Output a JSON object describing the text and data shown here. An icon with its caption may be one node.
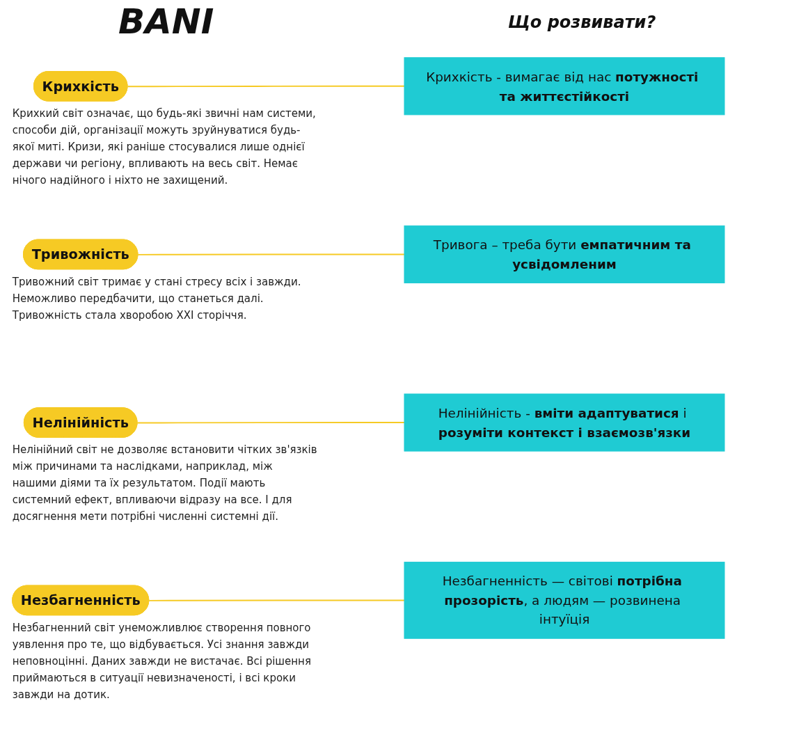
{
  "diagram": {
    "title": "BANI",
    "nodes": [
      {
        "text": [
          "Крихкість"
        ],
        "beside": [
          "Крихкий світ означає, що будь-які звичні нам системи, способи дій, організації можуть зруйнуватися будь-якої миті. Кризи, які раніше стосувалися лише однієї держави чи регіону, впливають на весь світ. Немає нічого надійного і ніхто не захищений."
        ]
      },
      {
        "text": [
          "Крихкість - вимагає від нас **потужності та життєстійкості**"
        ]
      },
      {
        "text": [
          "Тривожність"
        ],
        "beside": [
          "Тривожний світ тримає у стані стресу всіх і завжди. Неможливо передбачити, що станеться далі. Тривожність стала хворобою XXI сторіччя."
        ]
      },
      {
        "text": [
          "Тривога – треба бути **емпатичним та усвідомленим**"
        ]
      },
      {
        "text": [
          "Нелінійність"
        ],
        "beside": [
          "Нелінійний світ не дозволяє встановити чітких зв'язків між причинами та наслідками, наприклад, між нашими діями та їх результатом. Події мають системний ефект, впливаючи відразу на все. І для досягнення мети потрібні численні системні дії."
        ]
      },
      {
        "text": [
          "Нелінійність - **вміти адаптуватися** і **розуміти контекст і взаємозв'язки**"
        ]
      },
      {
        "text": [
          "Незбагненність"
        ],
        "beside": [
          "Незбагненний світ унеможливлює створення повного уявлення про те, що відбувається. Усі знання завжди неповноцінні. Даних завжди не вистачає. Всі рішення приймаються в ситуації невизначеності, і всі кроки завжди на дотик."
        ]
      },
      {
        "text": [
          "Незбагненність — світові **потрібна прозорість**, а людям — розвинена інтуїція"
        ]
      }
    ],
    "edges": [
      {
        "from": 0,
        "to": 1,
        "arrow": "none"
      },
      {
        "from": 2,
        "to": 3,
        "arrow": "none"
      },
      {
        "from": 4,
        "to": 5,
        "arrow": "none"
      },
      {
        "from": 6,
        "to": 7,
        "arrow": "none"
      }
    ],
    "labels": [
      "Що розвивати?"
    ]
  }
}
